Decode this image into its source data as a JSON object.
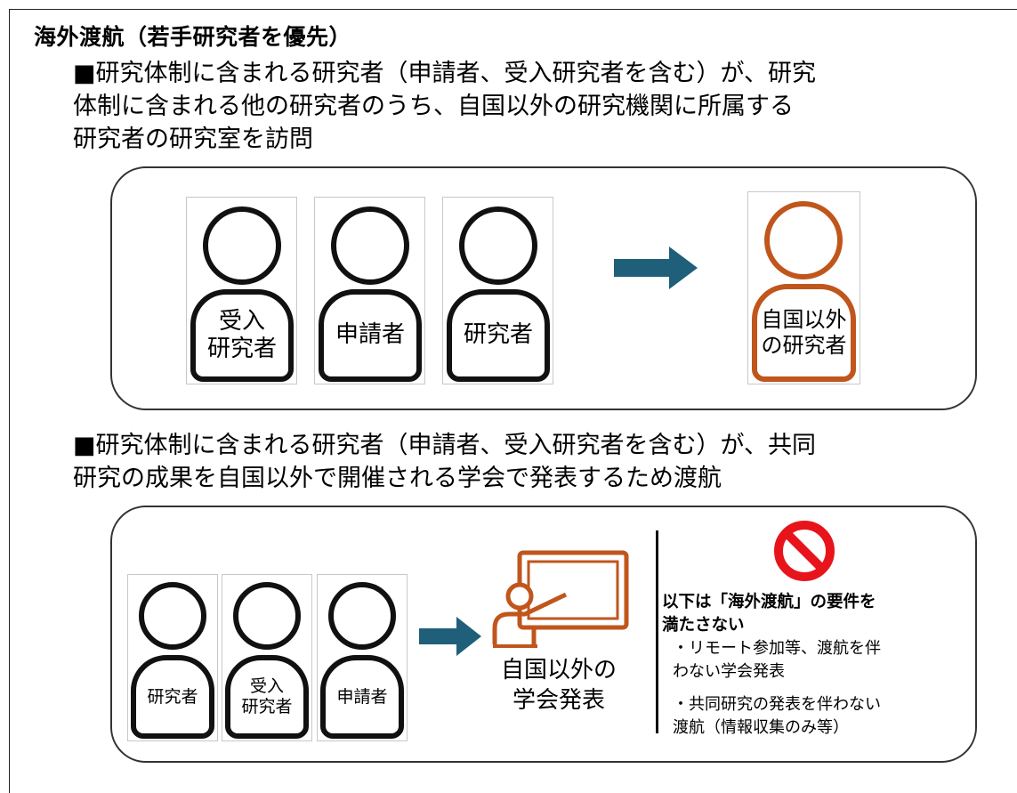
{
  "title": "海外渡航（若手研究者を優先）",
  "section1": {
    "bullet": "■研究体制に含まれる研究者（申請者、受入研究者を含む）が、研究\n体制に含まれる他の研究者のうち、自国以外の研究機関に所属する\n研究者の研究室を訪問",
    "people": [
      {
        "label": "受入\n研究者"
      },
      {
        "label": "申請者"
      },
      {
        "label": "研究者"
      }
    ],
    "target": {
      "label": "自国以外\nの研究者",
      "color": "#c0561c"
    }
  },
  "section2": {
    "bullet": "■研究体制に含まれる研究者（申請者、受入研究者を含む）が、共同\n研究の成果を自国以外で開催される学会で発表するため渡航",
    "people": [
      {
        "label": "研究者"
      },
      {
        "label": "受入\n研究者"
      },
      {
        "label": "申請者"
      }
    ],
    "event_label": "自国以外の\n学会発表",
    "condition_title": "以下は「海外渡航」の要件を\n満たさない",
    "condition_items": [
      "・リモート参加等、渡航を伴\n  わない学会発表",
      "・共同研究の発表を伴わない\n  渡航（情報収集のみ等）"
    ]
  },
  "colors": {
    "arrow": "#1f5f7a",
    "orange": "#c0561c",
    "prohibit_red": "#e8141b"
  },
  "icons": {
    "arrow": "right-arrow-icon",
    "presentation": "presentation-icon",
    "prohibited": "prohibited-icon"
  }
}
